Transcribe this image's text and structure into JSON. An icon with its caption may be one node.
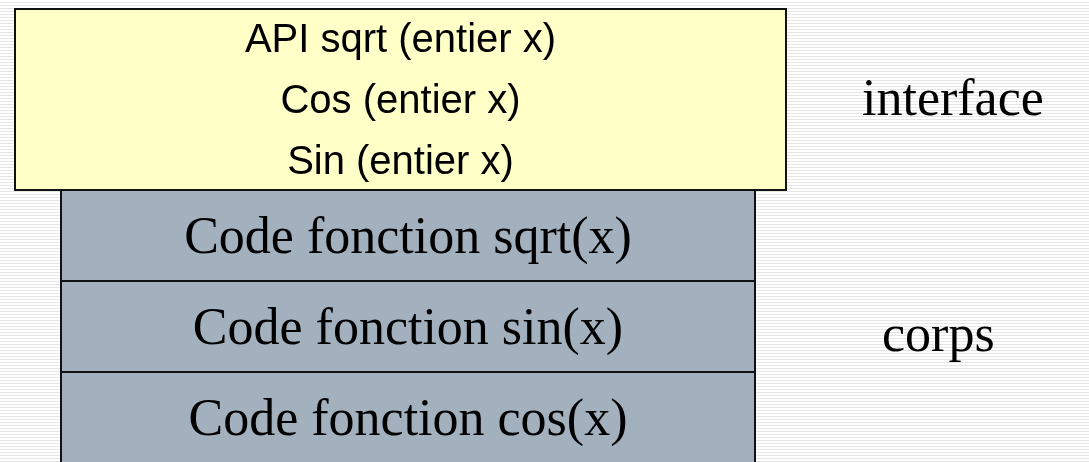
{
  "diagram": {
    "nodes": [
      {
        "text": [
          "API sqrt (entier x)",
          "Cos (entier x)",
          "Sin (entier x)"
        ]
      },
      {
        "text": [
          "Code fonction sqrt(x)"
        ]
      },
      {
        "text": [
          "Code fonction sin(x)"
        ]
      },
      {
        "text": [
          "Code fonction cos(x)"
        ]
      }
    ],
    "labels": [
      "interface",
      "corps"
    ]
  }
}
